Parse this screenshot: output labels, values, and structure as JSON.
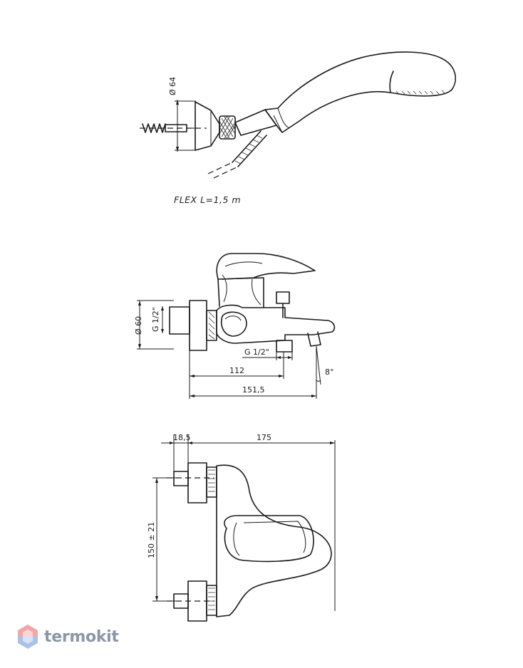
{
  "shower": {
    "diameter_label": "Ø 64",
    "flex_label": "FLEX  L=1,5  m"
  },
  "mixer_side": {
    "diameter_label": "Ø 60",
    "inlet_thread_label": "G 1/2\"",
    "outlet_thread_label": "G 1/2\"",
    "dim_112": "112",
    "dim_1515": "151,5",
    "angle_label": "8°"
  },
  "mixer_top": {
    "dim_185": "18,5",
    "dim_175": "175",
    "dim_150": "150 ± 21"
  },
  "brand": {
    "name": "termokit",
    "logo": "hexagon-icon",
    "logo_color_top": "#f2a7a7",
    "logo_color_bottom": "#a9c2ec"
  }
}
